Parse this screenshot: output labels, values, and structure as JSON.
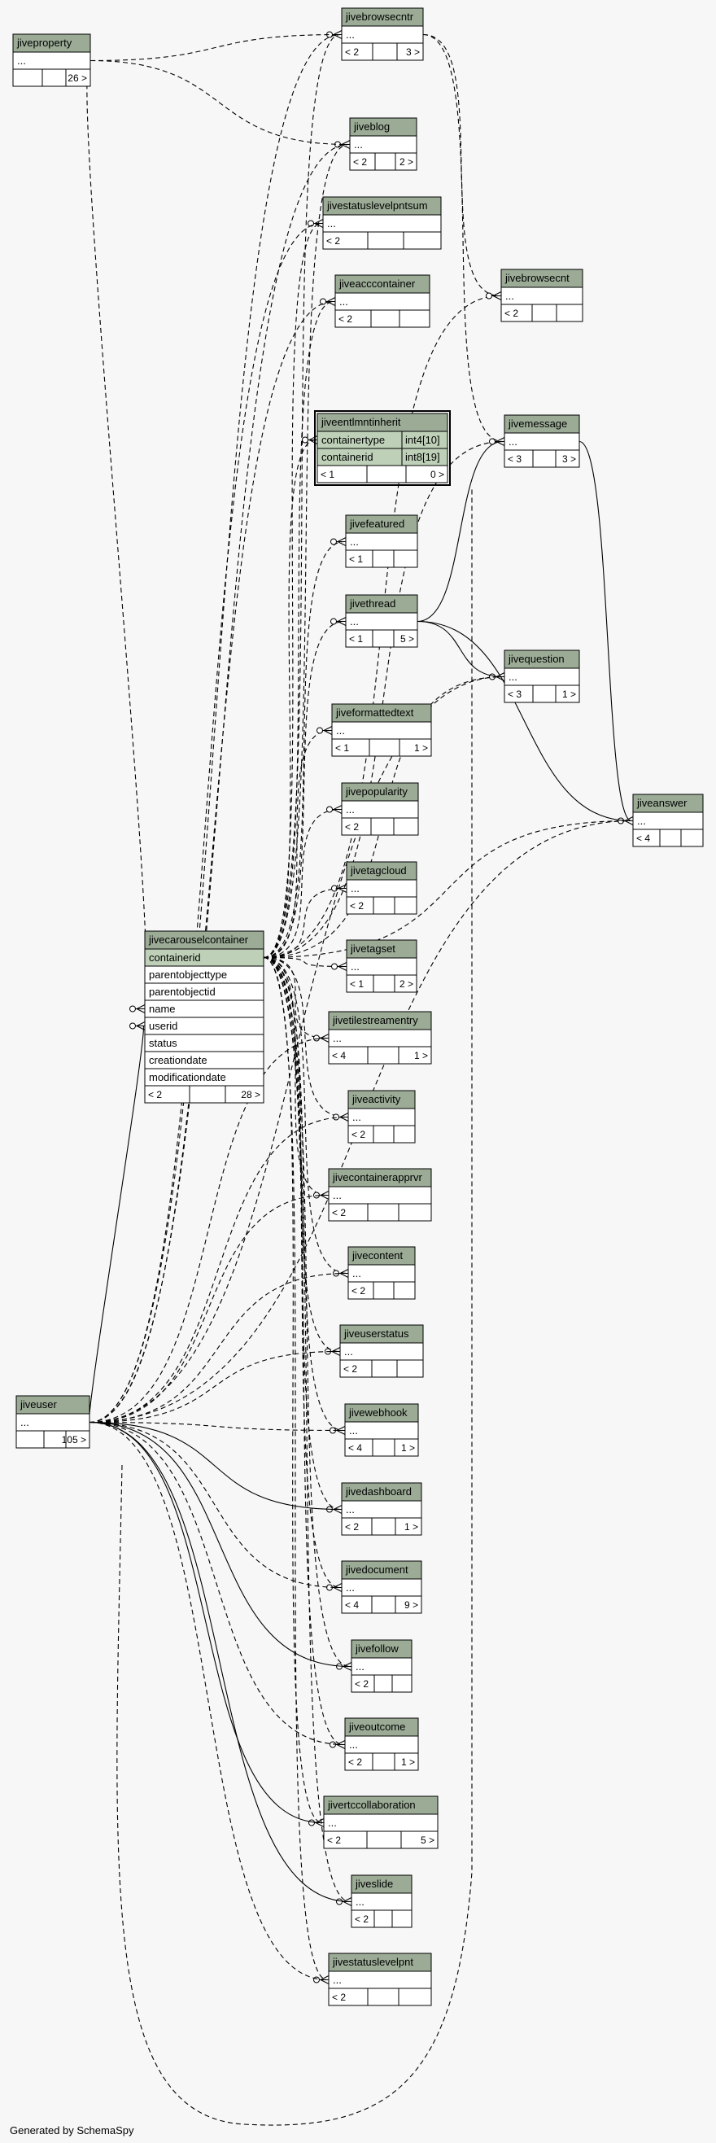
{
  "footer": "Generated by SchemaSpy",
  "tables": [
    {
      "id": "jiveproperty",
      "name": "jiveproperty",
      "columns": [
        "..."
      ],
      "footer": [
        "",
        "",
        "26 >"
      ]
    },
    {
      "id": "jivebrowsecntr",
      "name": "jivebrowsecntr",
      "columns": [
        "..."
      ],
      "footer": [
        "< 2",
        "",
        "3 >"
      ]
    },
    {
      "id": "jiveblog",
      "name": "jiveblog",
      "columns": [
        "..."
      ],
      "footer": [
        "< 2",
        "",
        "2 >"
      ]
    },
    {
      "id": "jivestatuslevelpntsum",
      "name": "jivestatuslevelpntsum",
      "columns": [
        "..."
      ],
      "footer": [
        "< 2",
        "",
        ""
      ]
    },
    {
      "id": "jiveacccontainer",
      "name": "jiveacccontainer",
      "columns": [
        "..."
      ],
      "footer": [
        "< 2",
        "",
        ""
      ]
    },
    {
      "id": "jivebrowsecnt",
      "name": "jivebrowsecnt",
      "columns": [
        "..."
      ],
      "footer": [
        "< 2",
        "",
        ""
      ]
    },
    {
      "id": "jiveentlmntinherit",
      "name": "jiveentlmntinherit",
      "columns": [
        {
          "name": "containertype",
          "type": "int4[10]"
        },
        {
          "name": "containerid",
          "type": "int8[19]"
        }
      ],
      "footer": [
        "< 1",
        "",
        "0 >"
      ]
    },
    {
      "id": "jivemessage",
      "name": "jivemessage",
      "columns": [
        "..."
      ],
      "footer": [
        "< 3",
        "",
        "3 >"
      ]
    },
    {
      "id": "jivefeatured",
      "name": "jivefeatured",
      "columns": [
        "..."
      ],
      "footer": [
        "< 1",
        "",
        ""
      ]
    },
    {
      "id": "jivethread",
      "name": "jivethread",
      "columns": [
        "..."
      ],
      "footer": [
        "< 1",
        "",
        "5 >"
      ]
    },
    {
      "id": "jivequestion",
      "name": "jivequestion",
      "columns": [
        "..."
      ],
      "footer": [
        "< 3",
        "",
        "1 >"
      ]
    },
    {
      "id": "jiveformattedtext",
      "name": "jiveformattedtext",
      "columns": [
        "..."
      ],
      "footer": [
        "< 1",
        "",
        "1 >"
      ]
    },
    {
      "id": "jivepopularity",
      "name": "jivepopularity",
      "columns": [
        "..."
      ],
      "footer": [
        "< 2",
        "",
        ""
      ]
    },
    {
      "id": "jiveanswer",
      "name": "jiveanswer",
      "columns": [
        "..."
      ],
      "footer": [
        "< 4",
        "",
        ""
      ]
    },
    {
      "id": "jivetagcloud",
      "name": "jivetagcloud",
      "columns": [
        "..."
      ],
      "footer": [
        "< 2",
        "",
        ""
      ]
    },
    {
      "id": "jivetagset",
      "name": "jivetagset",
      "columns": [
        "..."
      ],
      "footer": [
        "< 1",
        "",
        "2 >"
      ]
    },
    {
      "id": "jivecarouselcontainer",
      "name": "jivecarouselcontainer",
      "columns": [
        "containerid",
        "parentobjecttype",
        "parentobjectid",
        "name",
        "userid",
        "status",
        "creationdate",
        "modificationdate"
      ],
      "footer": [
        "< 2",
        "",
        "28 >"
      ]
    },
    {
      "id": "jivetilestreamentry",
      "name": "jivetilestreamentry",
      "columns": [
        "..."
      ],
      "footer": [
        "< 4",
        "",
        "1 >"
      ]
    },
    {
      "id": "jiveactivity",
      "name": "jiveactivity",
      "columns": [
        "..."
      ],
      "footer": [
        "< 2",
        "",
        ""
      ]
    },
    {
      "id": "jivecontainerapprvr",
      "name": "jivecontainerapprvr",
      "columns": [
        "..."
      ],
      "footer": [
        "< 2",
        "",
        ""
      ]
    },
    {
      "id": "jivecontent",
      "name": "jivecontent",
      "columns": [
        "..."
      ],
      "footer": [
        "< 2",
        "",
        ""
      ]
    },
    {
      "id": "jiveuserstatus",
      "name": "jiveuserstatus",
      "columns": [
        "..."
      ],
      "footer": [
        "< 2",
        "",
        ""
      ]
    },
    {
      "id": "jivewebhook",
      "name": "jivewebhook",
      "columns": [
        "..."
      ],
      "footer": [
        "< 4",
        "",
        "1 >"
      ]
    },
    {
      "id": "jiveuser",
      "name": "jiveuser",
      "columns": [
        "..."
      ],
      "footer": [
        "",
        "",
        "105 >"
      ]
    },
    {
      "id": "jivedashboard",
      "name": "jivedashboard",
      "columns": [
        "..."
      ],
      "footer": [
        "< 2",
        "",
        "1 >"
      ]
    },
    {
      "id": "jivedocument",
      "name": "jivedocument",
      "columns": [
        "..."
      ],
      "footer": [
        "< 4",
        "",
        "9 >"
      ]
    },
    {
      "id": "jivefollow",
      "name": "jivefollow",
      "columns": [
        "..."
      ],
      "footer": [
        "< 2",
        "",
        ""
      ]
    },
    {
      "id": "jiveoutcome",
      "name": "jiveoutcome",
      "columns": [
        "..."
      ],
      "footer": [
        "< 2",
        "",
        "1 >"
      ]
    },
    {
      "id": "jivertccollaboration",
      "name": "jivertccollaboration",
      "columns": [
        "..."
      ],
      "footer": [
        "< 2",
        "",
        "5 >"
      ]
    },
    {
      "id": "jiveslide",
      "name": "jiveslide",
      "columns": [
        "..."
      ],
      "footer": [
        "< 2",
        "",
        ""
      ]
    },
    {
      "id": "jivestatuslevelpnt",
      "name": "jivestatuslevelpnt",
      "columns": [
        "..."
      ],
      "footer": [
        "< 2",
        "",
        ""
      ]
    }
  ],
  "relationships": [
    {
      "from": "jiveproperty",
      "to": "jivebrowsecntr",
      "dashed": true
    },
    {
      "from": "jiveproperty",
      "to": "jiveblog",
      "dashed": true
    },
    {
      "from": "jiveproperty",
      "to": "jivecarouselcontainer.name",
      "dashed": true
    },
    {
      "from": "jivethread",
      "to": "jivemessage",
      "dashed": false
    },
    {
      "from": "jivethread",
      "to": "jivequestion",
      "dashed": false
    },
    {
      "from": "jivethread",
      "to": "jiveanswer",
      "dashed": false
    },
    {
      "from": "jivemessage",
      "to": "jiveanswer",
      "dashed": false
    },
    {
      "from": "jivebrowsecntr",
      "to": "jivemessage",
      "dashed": true
    },
    {
      "from": "jiveuser",
      "to": "jivecarouselcontainer.userid",
      "dashed": false
    },
    {
      "from": "jiveuser",
      "to": "jivedashboard",
      "dashed": false
    },
    {
      "from": "jiveuser",
      "to": "jivefollow",
      "dashed": false
    },
    {
      "from": "jiveuser",
      "to": "jivertccollaboration",
      "dashed": false
    },
    {
      "from": "jiveuser",
      "to": "jiveslide",
      "dashed": false
    },
    {
      "from": "jivecarouselcontainer",
      "to": "*",
      "dashed": true
    }
  ]
}
